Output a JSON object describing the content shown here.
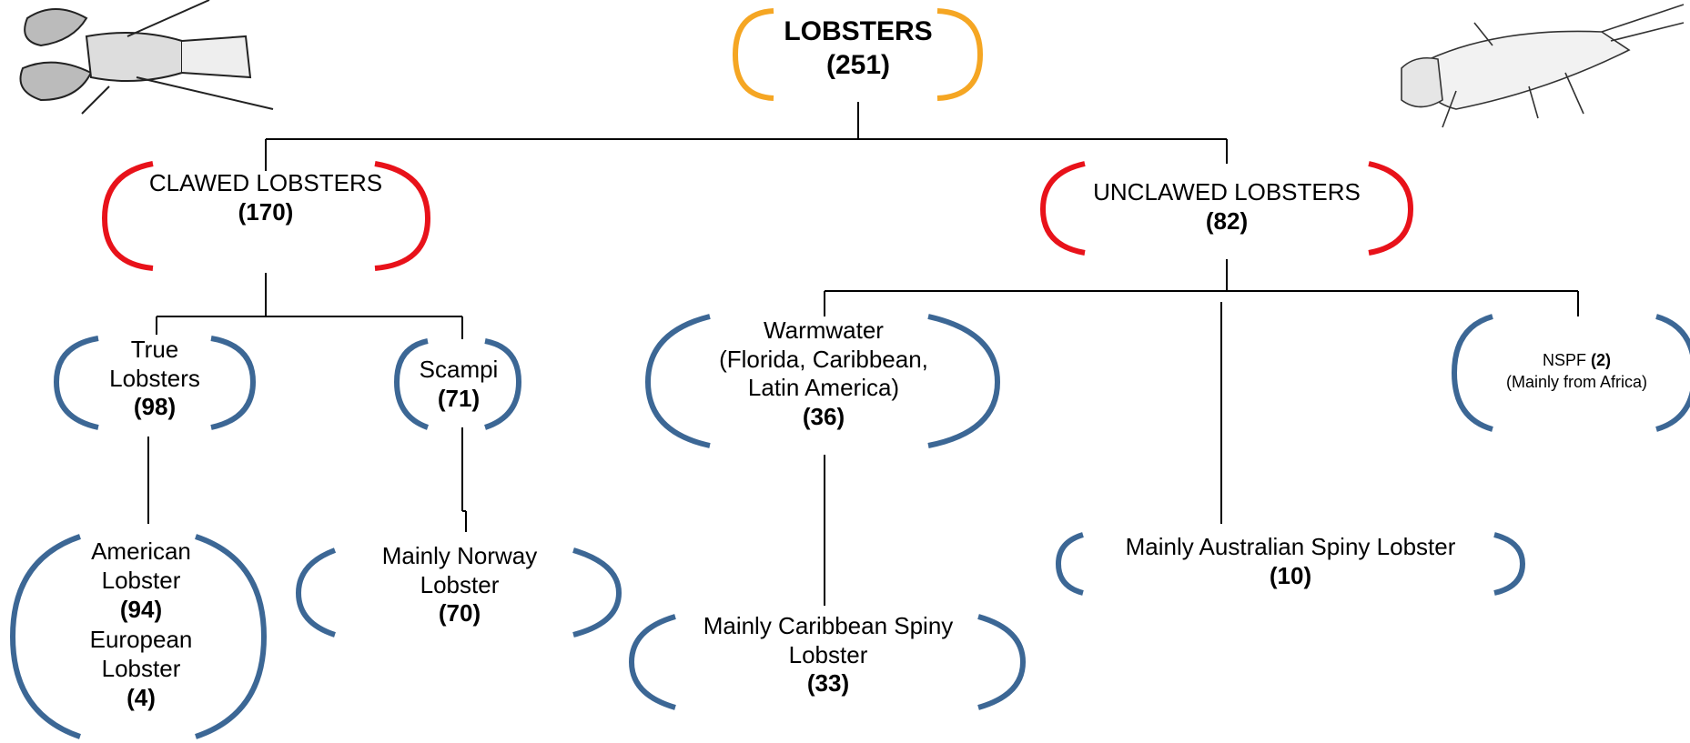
{
  "colors": {
    "root_bracket": "#F5A623",
    "level1_bracket": "#E8121A",
    "leaf_bracket": "#3C6795",
    "connector": "#000000"
  },
  "root": {
    "label": "LOBSTERS",
    "count": "(251)"
  },
  "clawed": {
    "label": "CLAWED LOBSTERS",
    "count": "(170)"
  },
  "unclawed": {
    "label": "UNCLAWED LOBSTERS",
    "count": "(82)"
  },
  "true_lobsters": {
    "line1": "True",
    "line2": "Lobsters",
    "count": "(98)"
  },
  "scampi": {
    "label": "Scampi",
    "count": "(71)"
  },
  "warmwater": {
    "line1": "Warmwater",
    "line2": "(Florida, Caribbean,",
    "line3": "Latin America)",
    "count": "(36)"
  },
  "nspf": {
    "label": "NSPF",
    "count": "(2)",
    "note": "(Mainly from Africa)"
  },
  "american_european": {
    "line1": "American",
    "line2": "Lobster",
    "count1": "(94)",
    "line3": "European",
    "line4": "Lobster",
    "count2": "(4)"
  },
  "norway": {
    "line1": "Mainly Norway",
    "line2": "Lobster",
    "count": "(70)"
  },
  "caribbean_spiny": {
    "line1": "Mainly Caribbean Spiny",
    "line2": "Lobster",
    "count": "(33)"
  },
  "australian_spiny": {
    "label": "Mainly Australian Spiny Lobster",
    "count": "(10)"
  },
  "illustrations": [
    "clawed-lobster-sketch",
    "spiny-lobster-sketch"
  ]
}
